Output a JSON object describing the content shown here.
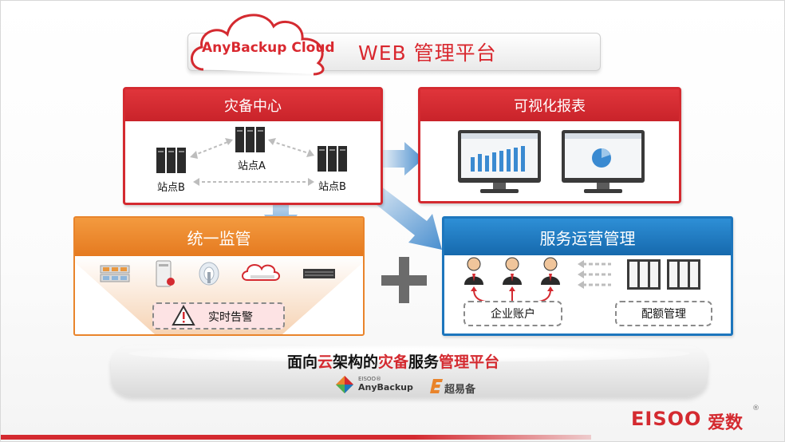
{
  "header": {
    "brand": "AnyBackup Cloud",
    "title": "WEB  管理平台"
  },
  "disaster_recovery": {
    "title": "灾备中心",
    "sites": [
      "站点A",
      "站点B",
      "站点B"
    ]
  },
  "reports": {
    "title": "可视化报表"
  },
  "supervision": {
    "title": "统一监管",
    "alarm": "实时告警"
  },
  "service": {
    "title": "服务运营管理",
    "enterprise_account": "企业账户",
    "quota": "配额管理"
  },
  "platform": {
    "slogan_parts": [
      {
        "text": "面向",
        "red": false
      },
      {
        "text": "云",
        "red": true
      },
      {
        "text": "架构的",
        "red": false
      },
      {
        "text": "灾备",
        "red": true
      },
      {
        "text": "服务",
        "red": false
      },
      {
        "text": "管理平台",
        "red": true
      }
    ],
    "anybackup_small": "EISOO®",
    "anybackup_name": "AnyBackup",
    "chaoyibei": "超易备"
  },
  "footer": {
    "logo_en": "EISOO",
    "logo_cn": "爱数",
    "reg": "®"
  },
  "colors": {
    "red": "#d42a30",
    "orange": "#e9842b",
    "blue": "#1d76bd"
  }
}
